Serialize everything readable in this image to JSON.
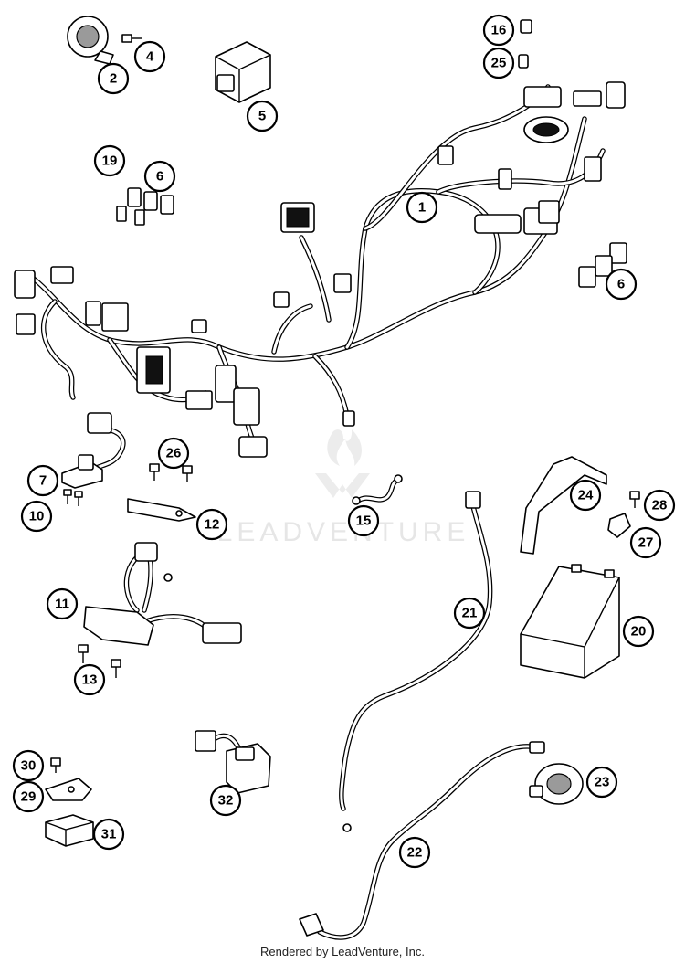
{
  "watermark": {
    "text": "LEADVENTURE"
  },
  "credit": "Rendered by LeadVenture, Inc.",
  "callouts": [
    {
      "id": "c1",
      "label": "1"
    },
    {
      "id": "c2",
      "label": "2"
    },
    {
      "id": "c4",
      "label": "4"
    },
    {
      "id": "c5",
      "label": "5"
    },
    {
      "id": "c6a",
      "label": "6"
    },
    {
      "id": "c6b",
      "label": "6"
    },
    {
      "id": "c7",
      "label": "7"
    },
    {
      "id": "c10",
      "label": "10"
    },
    {
      "id": "c11",
      "label": "11"
    },
    {
      "id": "c12",
      "label": "12"
    },
    {
      "id": "c13",
      "label": "13"
    },
    {
      "id": "c15",
      "label": "15"
    },
    {
      "id": "c16",
      "label": "16"
    },
    {
      "id": "c19",
      "label": "19"
    },
    {
      "id": "c20",
      "label": "20"
    },
    {
      "id": "c21",
      "label": "21"
    },
    {
      "id": "c22",
      "label": "22"
    },
    {
      "id": "c23",
      "label": "23"
    },
    {
      "id": "c24",
      "label": "24"
    },
    {
      "id": "c25",
      "label": "25"
    },
    {
      "id": "c26",
      "label": "26"
    },
    {
      "id": "c27",
      "label": "27"
    },
    {
      "id": "c28",
      "label": "28"
    },
    {
      "id": "c29",
      "label": "29"
    },
    {
      "id": "c30",
      "label": "30"
    },
    {
      "id": "c31",
      "label": "31"
    },
    {
      "id": "c32",
      "label": "32"
    }
  ]
}
